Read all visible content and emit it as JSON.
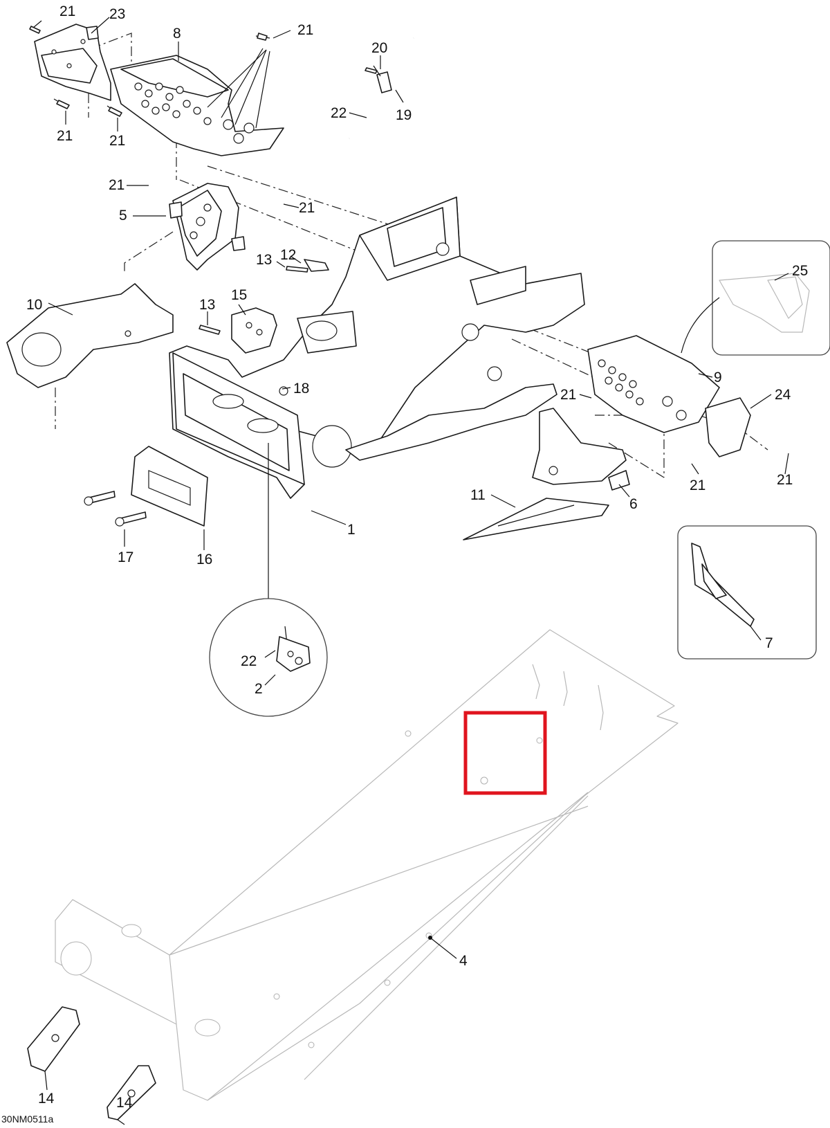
{
  "diagram": {
    "reference_code": "30NM0511a",
    "callouts": [
      {
        "id": "c21a",
        "text": "21"
      },
      {
        "id": "c23",
        "text": "23"
      },
      {
        "id": "c8",
        "text": "8"
      },
      {
        "id": "c21b",
        "text": "21"
      },
      {
        "id": "c20",
        "text": "20"
      },
      {
        "id": "c22a",
        "text": "22"
      },
      {
        "id": "c19",
        "text": "19"
      },
      {
        "id": "c21c",
        "text": "21"
      },
      {
        "id": "c21d",
        "text": "21"
      },
      {
        "id": "c21e",
        "text": "21"
      },
      {
        "id": "c5",
        "text": "5"
      },
      {
        "id": "c21f",
        "text": "21"
      },
      {
        "id": "c12",
        "text": "12"
      },
      {
        "id": "c13a",
        "text": "13"
      },
      {
        "id": "c10",
        "text": "10"
      },
      {
        "id": "c13b",
        "text": "13"
      },
      {
        "id": "c15",
        "text": "15"
      },
      {
        "id": "c18",
        "text": "18"
      },
      {
        "id": "c25",
        "text": "25"
      },
      {
        "id": "c9",
        "text": "9"
      },
      {
        "id": "c21g",
        "text": "21"
      },
      {
        "id": "c24",
        "text": "24"
      },
      {
        "id": "c21h",
        "text": "21"
      },
      {
        "id": "c21i",
        "text": "21"
      },
      {
        "id": "c6",
        "text": "6"
      },
      {
        "id": "c11",
        "text": "11"
      },
      {
        "id": "c1",
        "text": "1"
      },
      {
        "id": "c17",
        "text": "17"
      },
      {
        "id": "c16",
        "text": "16"
      },
      {
        "id": "c22b",
        "text": "22"
      },
      {
        "id": "c2",
        "text": "2"
      },
      {
        "id": "c7",
        "text": "7"
      },
      {
        "id": "c4",
        "text": "4"
      },
      {
        "id": "c14a",
        "text": "14"
      },
      {
        "id": "c14b",
        "text": "14"
      }
    ],
    "highlight_color": "#e0141e"
  }
}
